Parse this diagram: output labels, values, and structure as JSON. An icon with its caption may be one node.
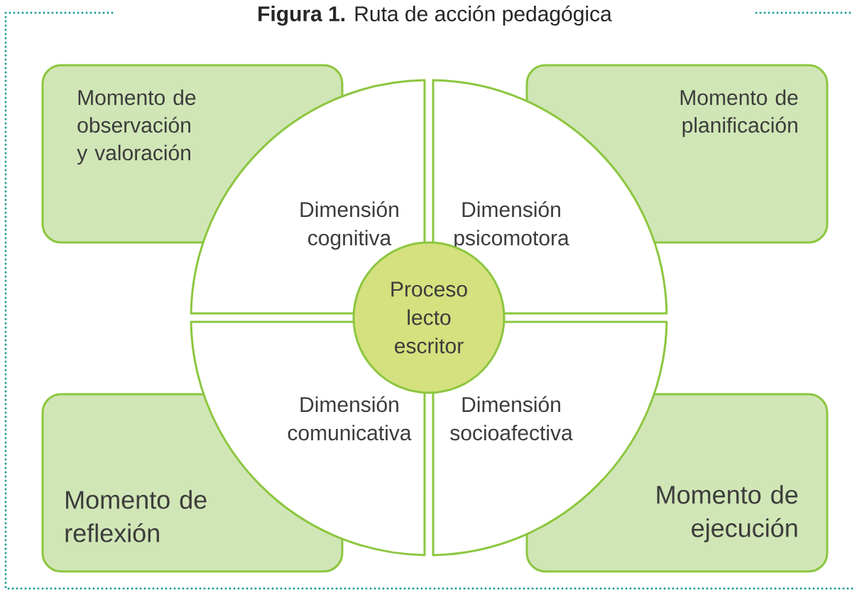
{
  "diagram": {
    "title": "**Figura 1.** Ruta de acción pedagógica",
    "nodes": [
      {
        "text": [
          "Momento de observación y valoración"
        ]
      },
      {
        "text": [
          "Momento de planificación"
        ]
      },
      {
        "text": [
          "Dimensión cognitiva"
        ]
      },
      {
        "text": [
          "Dimensión psicomotora"
        ]
      },
      {
        "text": [
          "Proceso lecto escritor"
        ]
      },
      {
        "text": [
          "Dimensión comunicativa"
        ]
      },
      {
        "text": [
          "Dimensión socioafectiva"
        ]
      },
      {
        "text": [
          "Momento de reflexión"
        ]
      },
      {
        "text": [
          "Momento de ejecución"
        ]
      }
    ]
  }
}
